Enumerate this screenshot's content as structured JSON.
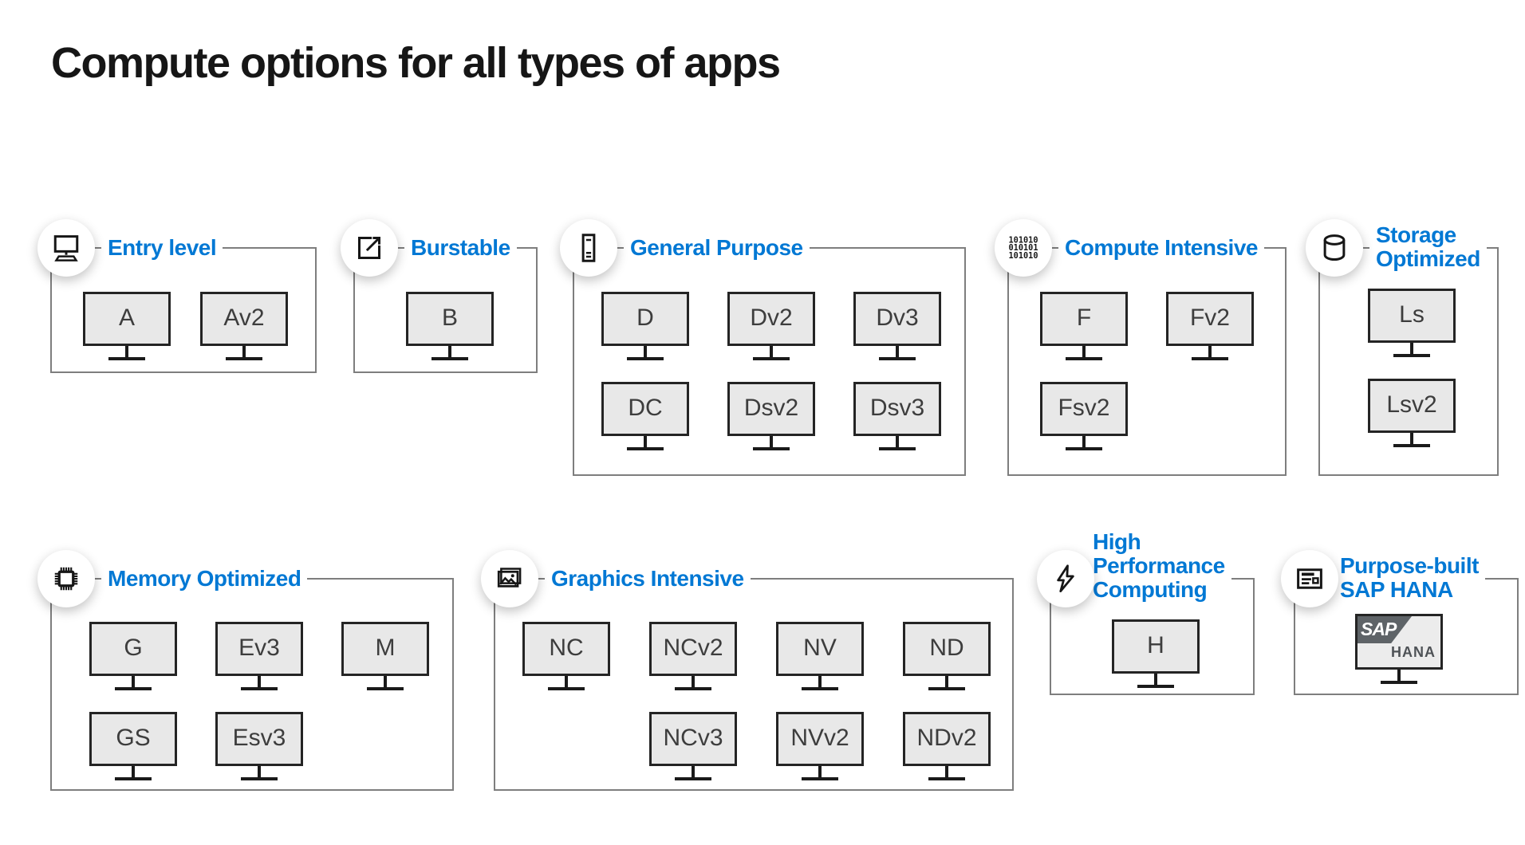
{
  "title": "Compute options for all types of apps",
  "colors": {
    "accent_blue": "#0078D4",
    "group_border": "#7E7E7E",
    "monitor_fill": "#E8E8E8",
    "monitor_border": "#242424",
    "label_text": "#3D3D3D",
    "title_text": "#161616"
  },
  "groups": [
    {
      "name": "Entry level",
      "icon": "desktop-computer-icon",
      "lines": [
        "Entry level"
      ],
      "machines": [
        "A",
        "Av2"
      ]
    },
    {
      "name": "Burstable",
      "icon": "expand-arrow-icon",
      "lines": [
        "Burstable"
      ],
      "machines": [
        "B"
      ]
    },
    {
      "name": "General Purpose",
      "icon": "server-tower-icon",
      "lines": [
        "General Purpose"
      ],
      "machines": [
        "D",
        "Dv2",
        "Dv3",
        "DC",
        "Dsv2",
        "Dsv3"
      ]
    },
    {
      "name": "Compute Intensive",
      "icon": "binary-code-icon",
      "lines": [
        "Compute Intensive"
      ],
      "machines": [
        "F",
        "Fv2",
        "Fsv2"
      ]
    },
    {
      "name": "Storage Optimized",
      "icon": "database-cylinder-icon",
      "lines": [
        "Storage",
        "Optimized"
      ],
      "machines": [
        "Ls",
        "Lsv2"
      ]
    },
    {
      "name": "Memory Optimized",
      "icon": "memory-chip-icon",
      "lines": [
        "Memory Optimized"
      ],
      "machines": [
        "G",
        "Ev3",
        "M",
        "GS",
        "Esv3"
      ]
    },
    {
      "name": "Graphics Intensive",
      "icon": "image-icon",
      "lines": [
        "Graphics Intensive"
      ],
      "machines": [
        "NC",
        "NCv2",
        "NV",
        "ND",
        "NCv3",
        "NVv2",
        "NDv2"
      ]
    },
    {
      "name": "High Performance Computing",
      "icon": "lightning-bolt-icon",
      "lines": [
        "High",
        "Performance",
        "Computing"
      ],
      "machines": [
        "H"
      ]
    },
    {
      "name": "Purpose-built SAP HANA",
      "icon": "news-form-icon",
      "lines": [
        "Purpose-built",
        "SAP HANA"
      ],
      "sap": {
        "brand": "SAP",
        "product": "HANA"
      }
    }
  ],
  "icons": {
    "binary_rows": [
      "101010",
      "010101",
      "101010"
    ]
  }
}
